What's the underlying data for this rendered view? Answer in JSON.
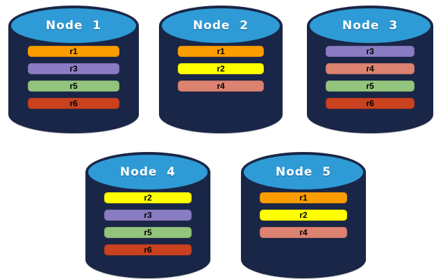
{
  "palette": {
    "canvas_bg": "#ffffff",
    "body": "#1A2647",
    "top": "#2E9BD6",
    "title_text": "#ffffff",
    "bar_text": "#000000"
  },
  "replica_colors": {
    "r1": "#FB9D00",
    "r2": "#FFFF00",
    "r3": "#8A7CC3",
    "r4": "#DC8270",
    "r5": "#93C47D",
    "r6": "#C9411F"
  },
  "nodes": [
    {
      "title": "Node  1",
      "bars": [
        {
          "label": "r1",
          "color": "#FB9D00"
        },
        {
          "label": "r3",
          "color": "#8A7CC3"
        },
        {
          "label": "r5",
          "color": "#93C47D"
        },
        {
          "label": "r6",
          "color": "#C9411F"
        }
      ]
    },
    {
      "title": "Node  2",
      "bars": [
        {
          "label": "r1",
          "color": "#FB9D00"
        },
        {
          "label": "r2",
          "color": "#FFFF00"
        },
        {
          "label": "r4",
          "color": "#DC8270"
        }
      ]
    },
    {
      "title": "Node  3",
      "bars": [
        {
          "label": "r3",
          "color": "#8A7CC3"
        },
        {
          "label": "r4",
          "color": "#DC8270"
        },
        {
          "label": "r5",
          "color": "#93C47D"
        },
        {
          "label": "r6",
          "color": "#C9411F"
        }
      ]
    },
    {
      "title": "Node  4",
      "bars": [
        {
          "label": "r2",
          "color": "#FFFF00"
        },
        {
          "label": "r3",
          "color": "#8A7CC3"
        },
        {
          "label": "r5",
          "color": "#93C47D"
        },
        {
          "label": "r6",
          "color": "#C9411F"
        }
      ]
    },
    {
      "title": "Node  5",
      "bars": [
        {
          "label": "r1",
          "color": "#FB9D00"
        },
        {
          "label": "r2",
          "color": "#FFFF00"
        },
        {
          "label": "r4",
          "color": "#DC8270"
        }
      ]
    }
  ]
}
